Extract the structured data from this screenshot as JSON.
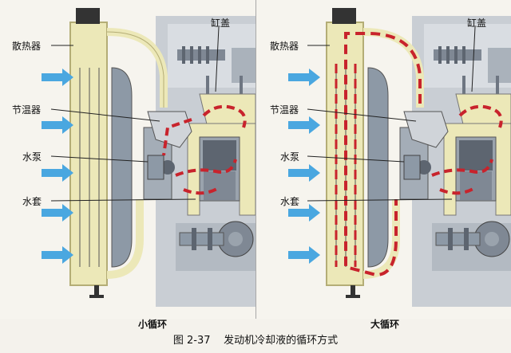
{
  "labels": {
    "radiator": "散热器",
    "cylinder_head": "缸盖",
    "thermostat": "节温器",
    "water_pump": "水泵",
    "water_jacket": "水套"
  },
  "panels": [
    {
      "caption": "小循环"
    },
    {
      "caption": "大循环"
    }
  ],
  "figure": {
    "number": "图 2-37",
    "caption": "发动机冷却液的循环方式"
  },
  "colors": {
    "coolant": "#ece8b8",
    "flow": "#c8232c",
    "air_arrow": "#4aa7e0",
    "metal": "#8d99a6"
  }
}
